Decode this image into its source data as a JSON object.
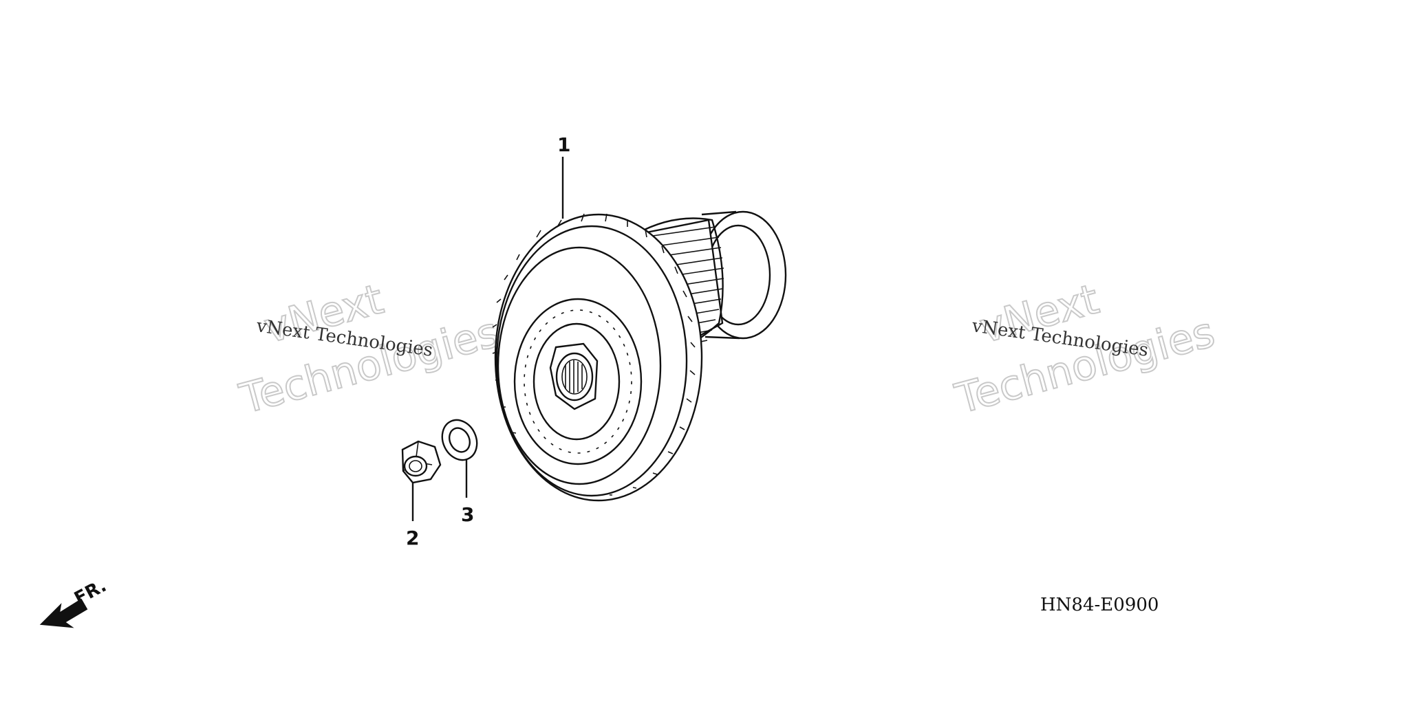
{
  "diagram": {
    "callouts": [
      {
        "id": "1",
        "label": "1"
      },
      {
        "id": "2",
        "label": "2"
      },
      {
        "id": "3",
        "label": "3"
      }
    ],
    "part_code": "HN84-E0900",
    "direction_label": "FR.",
    "watermarks": [
      {
        "small": "vNext Technologies",
        "big_line1": "vNext",
        "big_line2": "Technologies"
      },
      {
        "small": "vNext Technologies",
        "big_line1": "vNext",
        "big_line2": "Technologies"
      }
    ]
  }
}
